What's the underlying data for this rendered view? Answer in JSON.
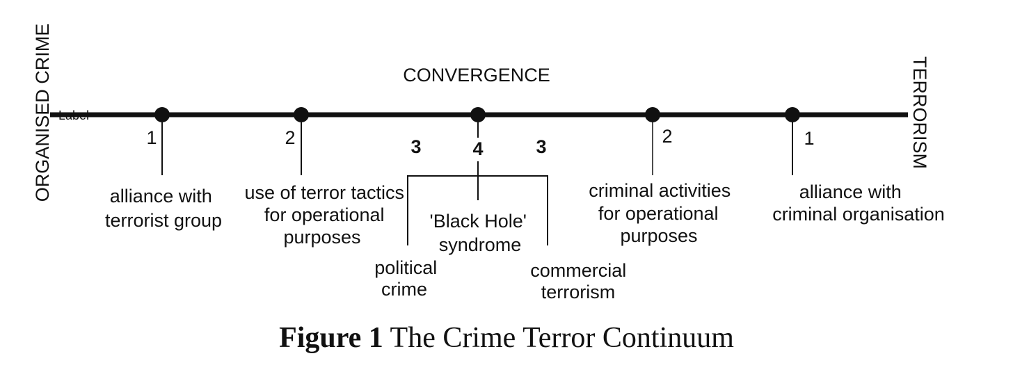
{
  "diagram": {
    "left_pole": "ORGANISED CRIME",
    "right_pole": "TERRORISM",
    "top_label": "CONVERGENCE",
    "axis_tag": "Label",
    "points": [
      {
        "number": "1",
        "lines": [
          "alliance with",
          "terrorist group"
        ]
      },
      {
        "number": "2",
        "lines": [
          "use of terror tactics",
          "for operational",
          "purposes"
        ]
      },
      {
        "number": "4",
        "lines": [
          "'Black Hole'",
          "syndrome"
        ]
      },
      {
        "number": "2",
        "lines": [
          "criminal activities",
          "for operational",
          "purposes"
        ]
      },
      {
        "number": "1",
        "lines": [
          "alliance with",
          "criminal organisation"
        ]
      }
    ],
    "convergence_left": {
      "number": "3",
      "lines": [
        "political",
        "crime"
      ]
    },
    "convergence_right": {
      "number": "3",
      "lines": [
        "commercial",
        "terrorism"
      ]
    }
  },
  "caption": {
    "label": "Figure 1",
    "text": "The Crime Terror Continuum"
  }
}
